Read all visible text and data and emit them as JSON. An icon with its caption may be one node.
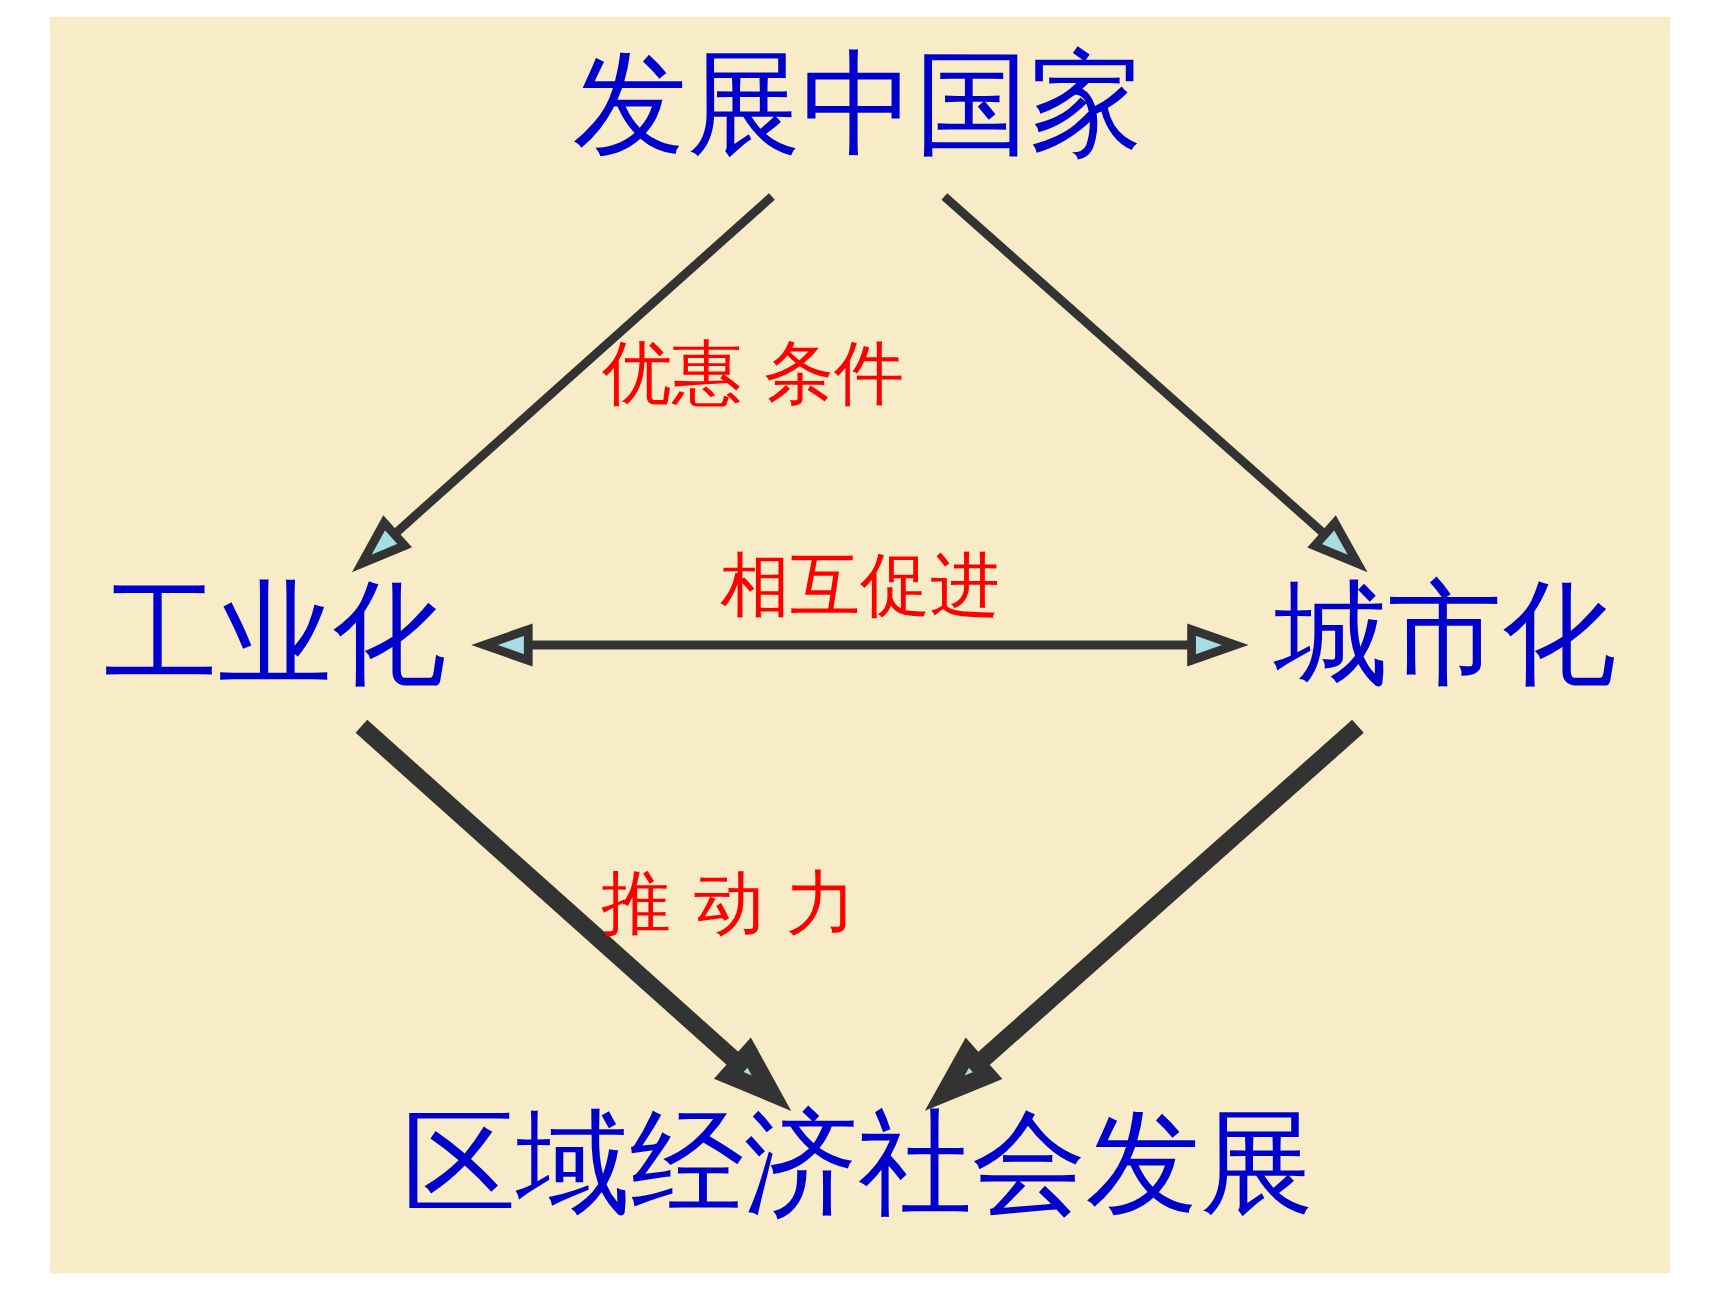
{
  "diagram": {
    "nodes": [
      {
        "text": [
          "发展中国家"
        ]
      },
      {
        "text": [
          "工业化"
        ]
      },
      {
        "text": [
          "城市化"
        ]
      },
      {
        "text": [
          "区域经济社会发展"
        ]
      }
    ],
    "edges": [
      {
        "from": 0,
        "to": 1,
        "arrow": "to",
        "label": "优惠 条件"
      },
      {
        "from": 0,
        "to": 2,
        "arrow": "to"
      },
      {
        "from": 1,
        "to": 2,
        "arrow": "both",
        "label": "相互促进"
      },
      {
        "from": 1,
        "to": 3,
        "arrow": "to",
        "style": "thick",
        "label": "推 动 力"
      },
      {
        "from": 2,
        "to": 3,
        "arrow": "to",
        "style": "thick"
      }
    ]
  }
}
